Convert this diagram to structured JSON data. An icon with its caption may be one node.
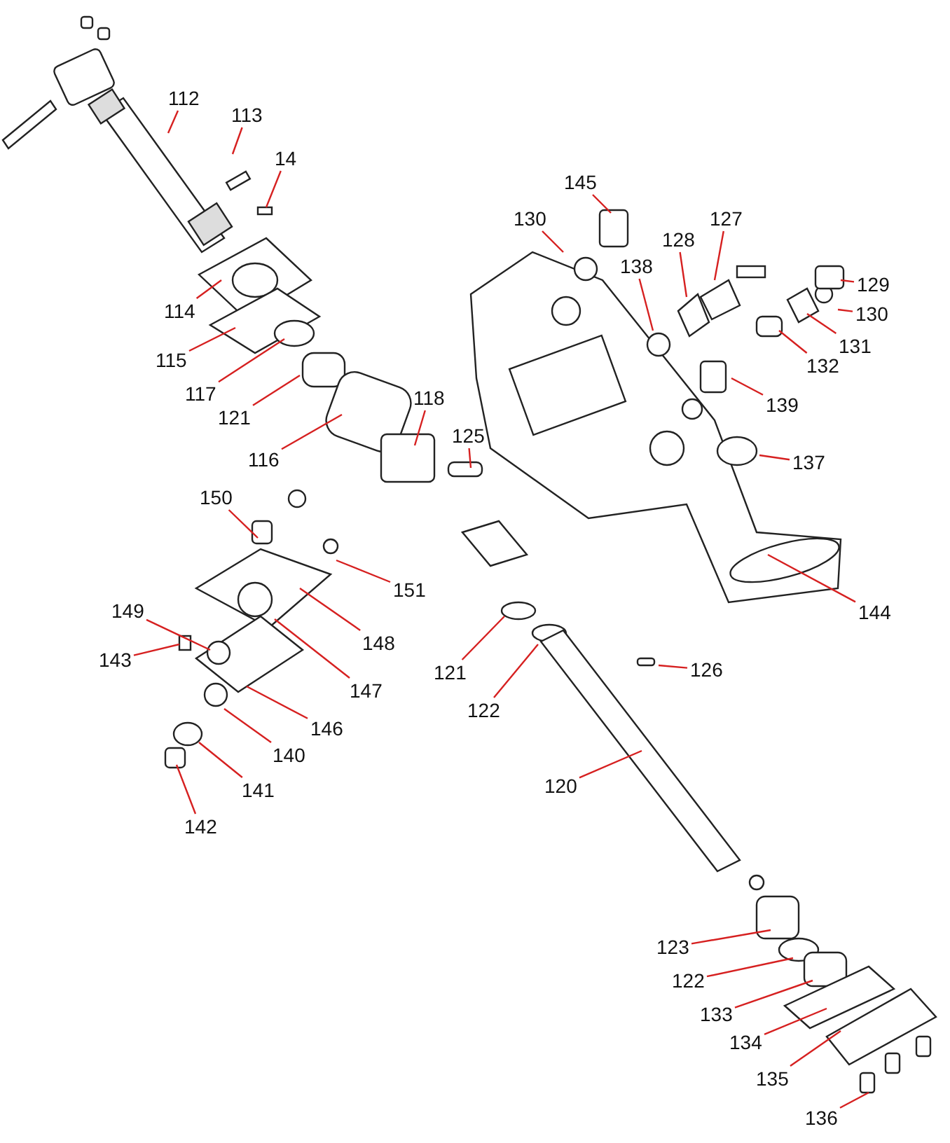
{
  "diagram": {
    "nodes": [
      {
        "text": [
          "112"
        ]
      },
      {
        "text": [
          "113"
        ]
      },
      {
        "text": [
          "14"
        ]
      },
      {
        "text": [
          "145"
        ]
      },
      {
        "text": [
          "130"
        ]
      },
      {
        "text": [
          "127"
        ]
      },
      {
        "text": [
          "128"
        ]
      },
      {
        "text": [
          "138"
        ]
      },
      {
        "text": [
          "129"
        ]
      },
      {
        "text": [
          "114"
        ]
      },
      {
        "text": [
          "130"
        ]
      },
      {
        "text": [
          "131"
        ]
      },
      {
        "text": [
          "115"
        ]
      },
      {
        "text": [
          "132"
        ]
      },
      {
        "text": [
          "117"
        ]
      },
      {
        "text": [
          "139"
        ]
      },
      {
        "text": [
          "121"
        ]
      },
      {
        "text": [
          "118"
        ]
      },
      {
        "text": [
          "116"
        ]
      },
      {
        "text": [
          "125"
        ]
      },
      {
        "text": [
          "137"
        ]
      },
      {
        "text": [
          "150"
        ]
      },
      {
        "text": [
          "151"
        ]
      },
      {
        "text": [
          "144"
        ]
      },
      {
        "text": [
          "149"
        ]
      },
      {
        "text": [
          "148"
        ]
      },
      {
        "text": [
          "143"
        ]
      },
      {
        "text": [
          "121"
        ]
      },
      {
        "text": [
          "147"
        ]
      },
      {
        "text": [
          "122"
        ]
      },
      {
        "text": [
          "126"
        ]
      },
      {
        "text": [
          "146"
        ]
      },
      {
        "text": [
          "140"
        ]
      },
      {
        "text": [
          "141"
        ]
      },
      {
        "text": [
          "120"
        ]
      },
      {
        "text": [
          "142"
        ]
      },
      {
        "text": [
          "123"
        ]
      },
      {
        "text": [
          "122"
        ]
      },
      {
        "text": [
          "133"
        ]
      },
      {
        "text": [
          "134"
        ]
      },
      {
        "text": [
          "135"
        ]
      },
      {
        "text": [
          "136"
        ]
      }
    ],
    "edges": [
      {
        "from": 0,
        "to": null,
        "arrow": "none"
      },
      {
        "from": 1,
        "to": null,
        "arrow": "none"
      },
      {
        "from": 2,
        "to": null,
        "arrow": "none"
      },
      {
        "from": 3,
        "to": null,
        "arrow": "none"
      },
      {
        "from": 4,
        "to": null,
        "arrow": "none"
      },
      {
        "from": 5,
        "to": null,
        "arrow": "none"
      },
      {
        "from": 6,
        "to": null,
        "arrow": "none"
      },
      {
        "from": 7,
        "to": null,
        "arrow": "none"
      },
      {
        "from": 8,
        "to": null,
        "arrow": "none"
      },
      {
        "from": 9,
        "to": null,
        "arrow": "none"
      },
      {
        "from": 10,
        "to": null,
        "arrow": "none"
      },
      {
        "from": 11,
        "to": null,
        "arrow": "none"
      },
      {
        "from": 12,
        "to": null,
        "arrow": "none"
      },
      {
        "from": 13,
        "to": null,
        "arrow": "none"
      },
      {
        "from": 14,
        "to": null,
        "arrow": "none"
      },
      {
        "from": 15,
        "to": null,
        "arrow": "none"
      },
      {
        "from": 16,
        "to": null,
        "arrow": "none"
      },
      {
        "from": 17,
        "to": null,
        "arrow": "none"
      },
      {
        "from": 18,
        "to": null,
        "arrow": "none"
      },
      {
        "from": 19,
        "to": null,
        "arrow": "none"
      },
      {
        "from": 20,
        "to": null,
        "arrow": "none"
      },
      {
        "from": 21,
        "to": null,
        "arrow": "none"
      },
      {
        "from": 22,
        "to": null,
        "arrow": "none"
      },
      {
        "from": 23,
        "to": null,
        "arrow": "none"
      },
      {
        "from": 24,
        "to": null,
        "arrow": "none"
      },
      {
        "from": 25,
        "to": null,
        "arrow": "none"
      },
      {
        "from": 26,
        "to": null,
        "arrow": "none"
      },
      {
        "from": 27,
        "to": null,
        "arrow": "none"
      },
      {
        "from": 28,
        "to": null,
        "arrow": "none"
      },
      {
        "from": 29,
        "to": null,
        "arrow": "none"
      },
      {
        "from": 30,
        "to": null,
        "arrow": "none"
      },
      {
        "from": 31,
        "to": null,
        "arrow": "none"
      },
      {
        "from": 32,
        "to": null,
        "arrow": "none"
      },
      {
        "from": 33,
        "to": null,
        "arrow": "none"
      },
      {
        "from": 34,
        "to": null,
        "arrow": "none"
      },
      {
        "from": 35,
        "to": null,
        "arrow": "none"
      },
      {
        "from": 36,
        "to": null,
        "arrow": "none"
      },
      {
        "from": 37,
        "to": null,
        "arrow": "none"
      },
      {
        "from": 38,
        "to": null,
        "arrow": "none"
      },
      {
        "from": 39,
        "to": null,
        "arrow": "none"
      },
      {
        "from": 40,
        "to": null,
        "arrow": "none"
      },
      {
        "from": 41,
        "to": null,
        "arrow": "none"
      }
    ]
  }
}
